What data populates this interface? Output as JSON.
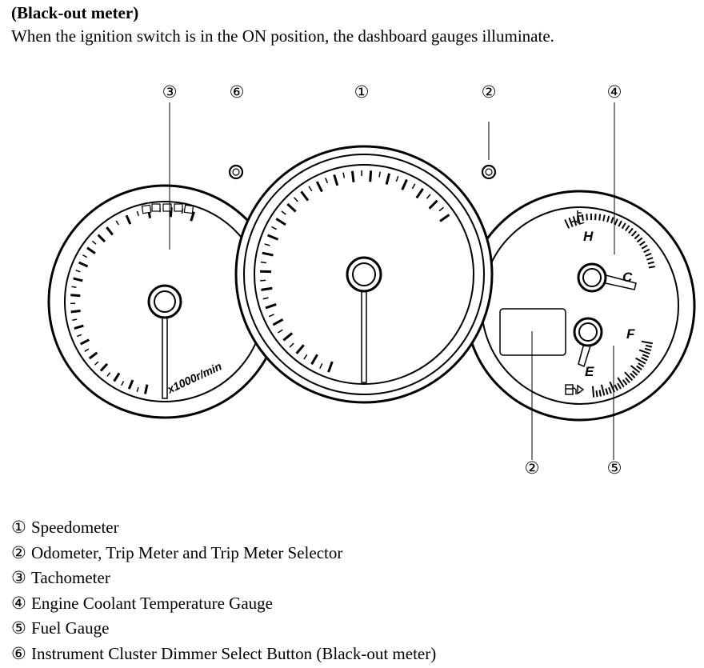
{
  "header": {
    "title": "(Black-out meter)",
    "subtitle": "When the ignition switch is in the ON position, the dashboard gauges illuminate."
  },
  "callouts": {
    "speedometer": "①",
    "odometer": "②",
    "tachometer": "③",
    "coolant": "④",
    "fuel": "⑤",
    "dimmer": "⑥"
  },
  "gauge_labels": {
    "tach_unit": "x1000r/min",
    "temp_hot": "H",
    "temp_cold": "C",
    "fuel_full": "F",
    "fuel_empty": "E"
  },
  "legend": [
    {
      "num": "①",
      "text": "Speedometer"
    },
    {
      "num": "②",
      "text": "Odometer, Trip Meter and Trip Meter Selector"
    },
    {
      "num": "③",
      "text": "Tachometer"
    },
    {
      "num": "④",
      "text": "Engine Coolant Temperature Gauge"
    },
    {
      "num": "⑤",
      "text": "Fuel Gauge"
    },
    {
      "num": "⑥",
      "text": "Instrument Cluster Dimmer Select Button (Black-out meter)"
    }
  ]
}
